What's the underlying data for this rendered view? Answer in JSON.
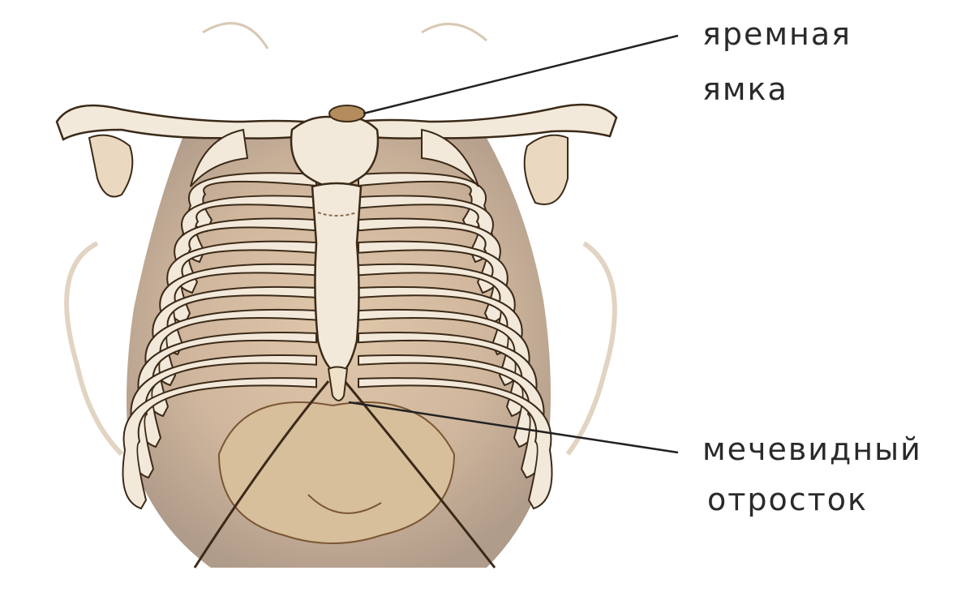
{
  "labels": {
    "jugular_notch": [
      "яремная",
      "ямка"
    ],
    "xiphoid_process": [
      "мечевидный",
      "отросток"
    ]
  },
  "colors": {
    "bone_fill": "#f3e9da",
    "bone_outline": "#3b2a18",
    "shadow": "#b48c5e",
    "dark_shadow": "#7a5634",
    "abdomen": "#d8bf9c",
    "leader_line": "#222222"
  }
}
